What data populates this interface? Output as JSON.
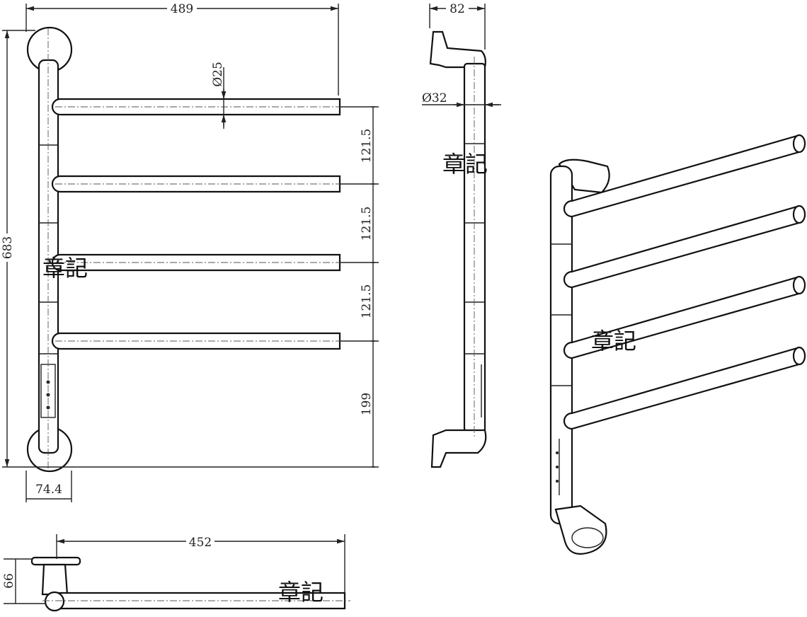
{
  "title": "Swivel towel rack technical drawing",
  "front_view": {
    "width": "489",
    "height": "683",
    "bar_diameter": "Ø25",
    "spacing": [
      "121.5",
      "121.5",
      "121.5"
    ],
    "bottom_offset": "199",
    "mount_width": "74.4"
  },
  "side_view": {
    "depth": "82",
    "pole_diameter": "Ø32"
  },
  "bottom_view": {
    "bar_length": "452",
    "mount_height": "66"
  },
  "watermarks": [
    "章記",
    "章記",
    "章記",
    "章記"
  ]
}
